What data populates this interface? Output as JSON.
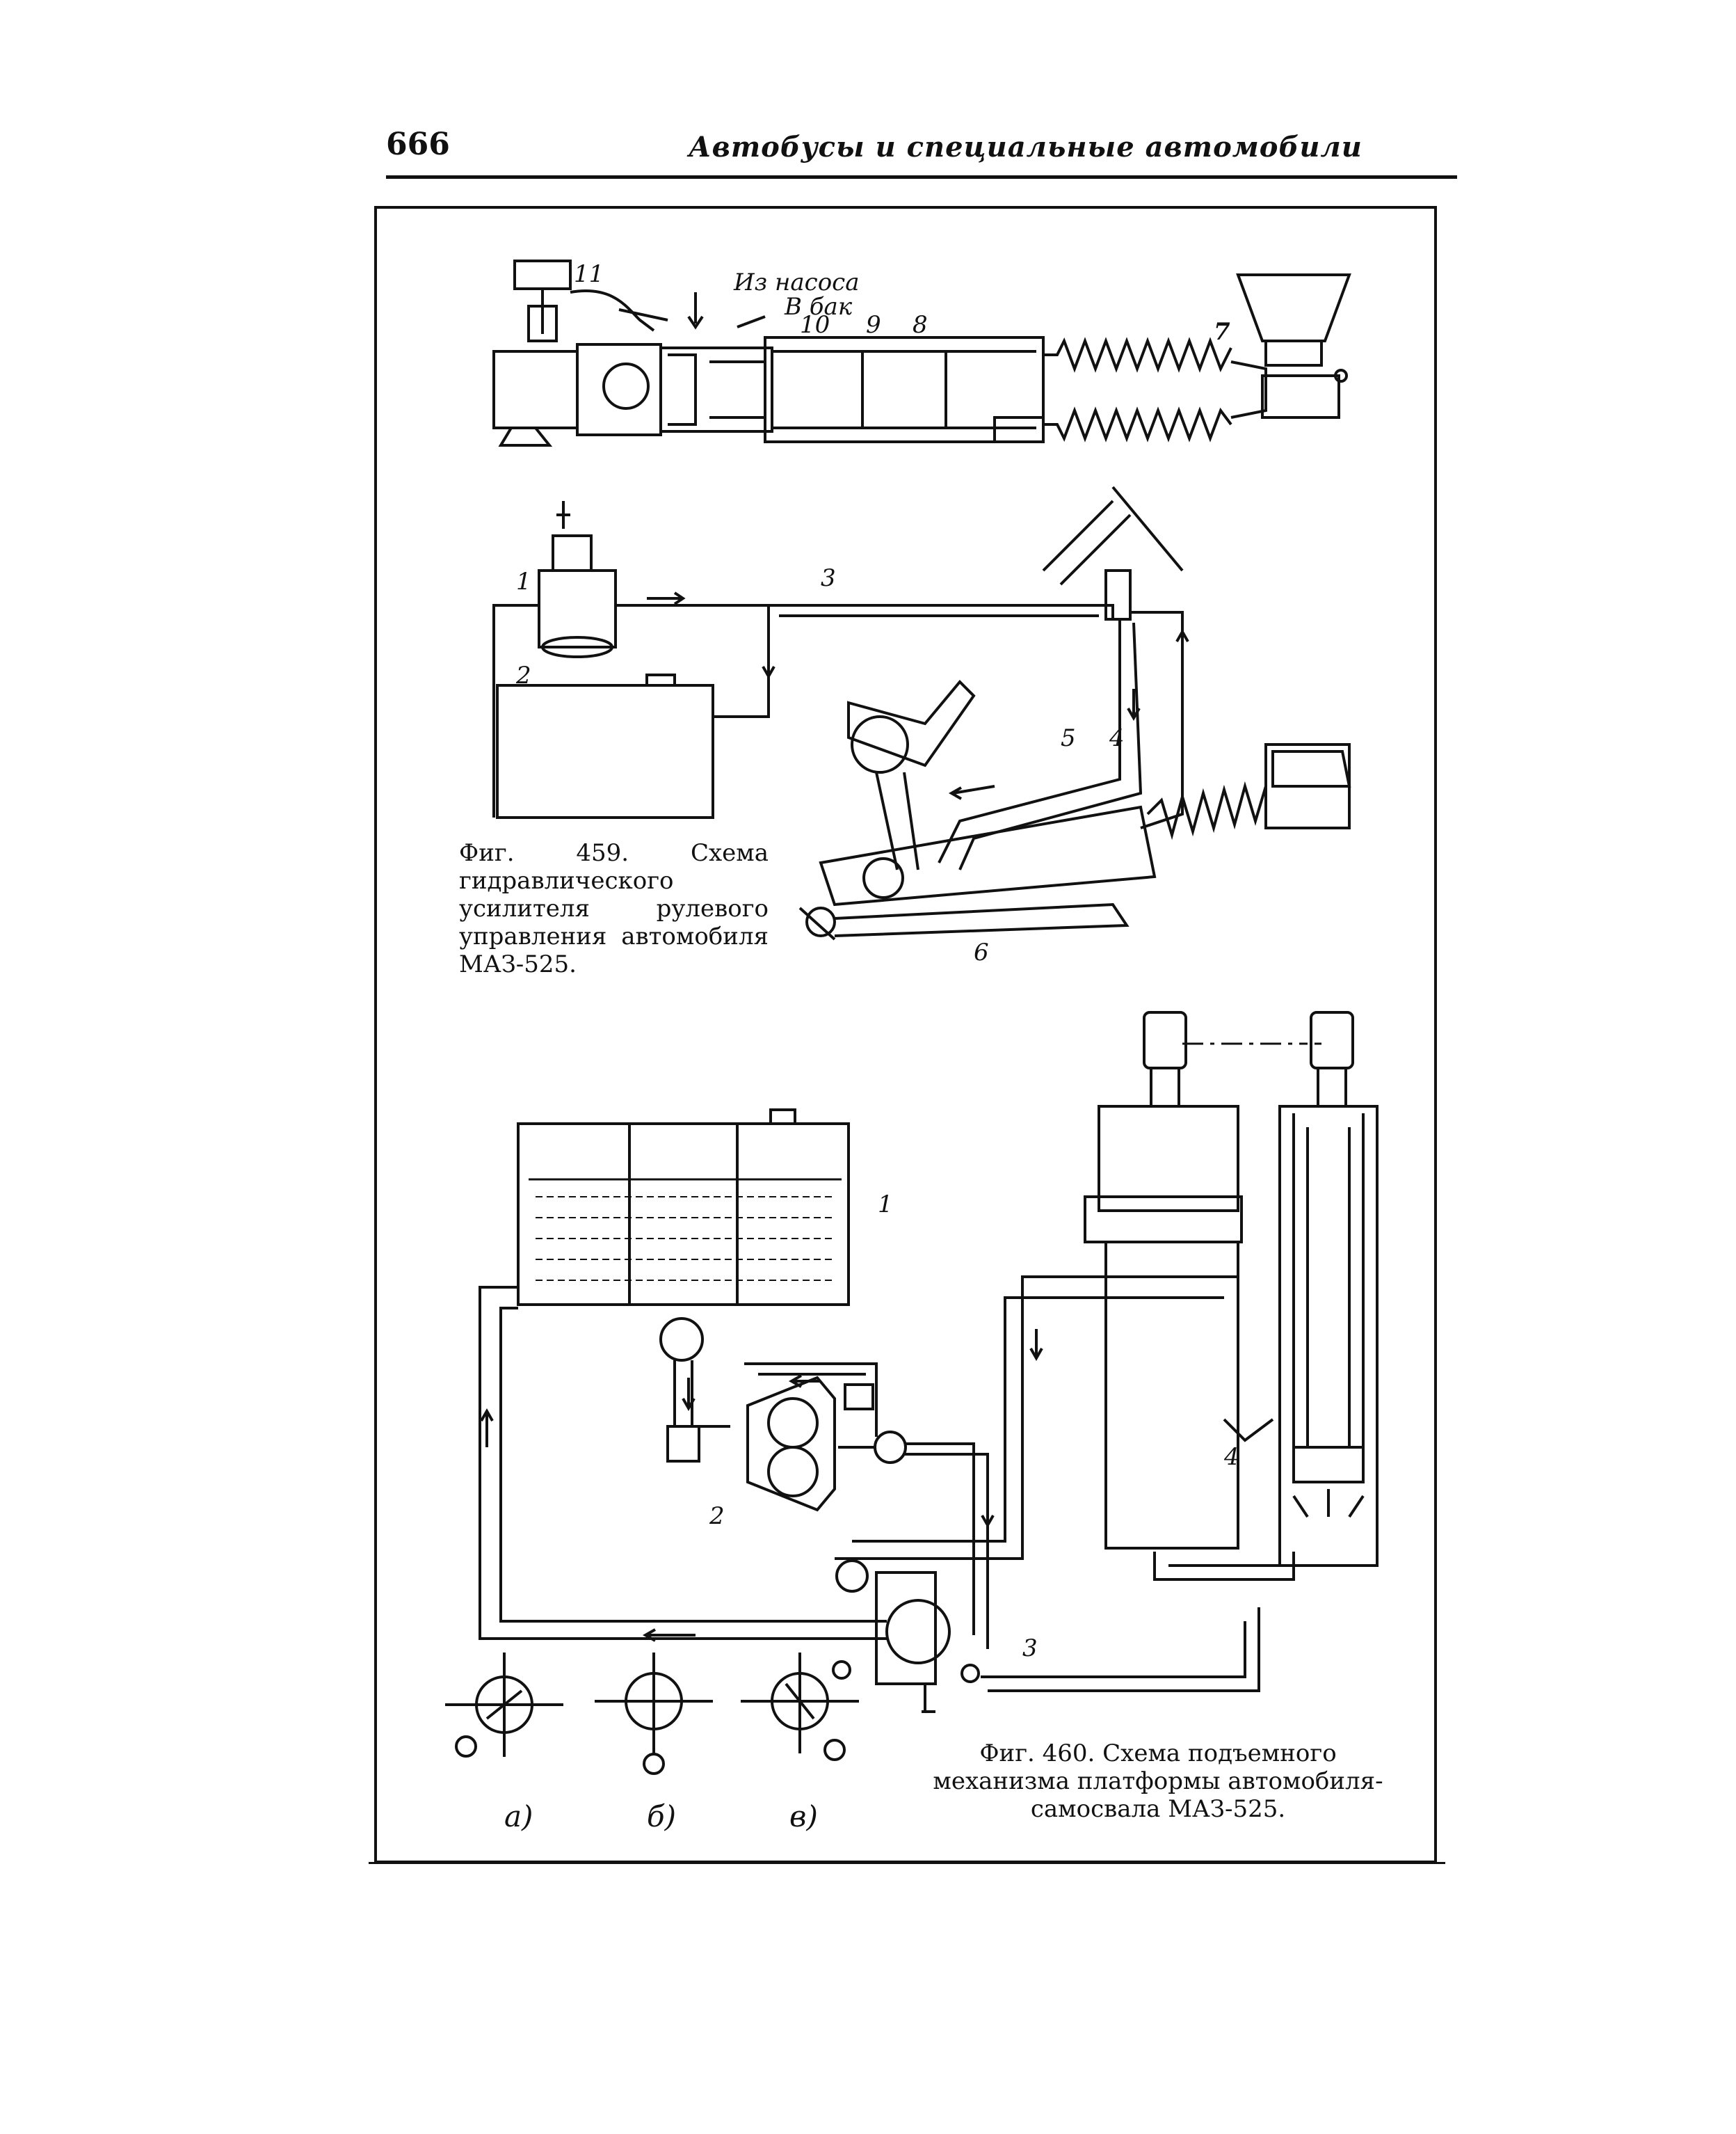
{
  "header": {
    "page_number": "666",
    "running_head": "Автобусы и специальные автомобили"
  },
  "fig459": {
    "caption": "Фиг. 459. Схема гидравлического усилителя рулевого управления автомобиля МАЗ-525.",
    "labels": {
      "from_pump": "Из насоса",
      "to_tank": "В бак",
      "n1": "1",
      "n2": "2",
      "n3": "3",
      "n4": "4",
      "n5": "5",
      "n6": "6",
      "n7": "7",
      "n8": "8",
      "n9": "9",
      "n10": "10",
      "n11": "11"
    }
  },
  "fig460": {
    "caption": "Фиг. 460. Схема подъемного механизма платформы автомобиля-самосвала МАЗ-525.",
    "labels": {
      "n1": "1",
      "n2": "2",
      "n3": "3",
      "n4": "4"
    },
    "sub_labels": {
      "a": "а)",
      "b": "б)",
      "v": "в)"
    }
  }
}
